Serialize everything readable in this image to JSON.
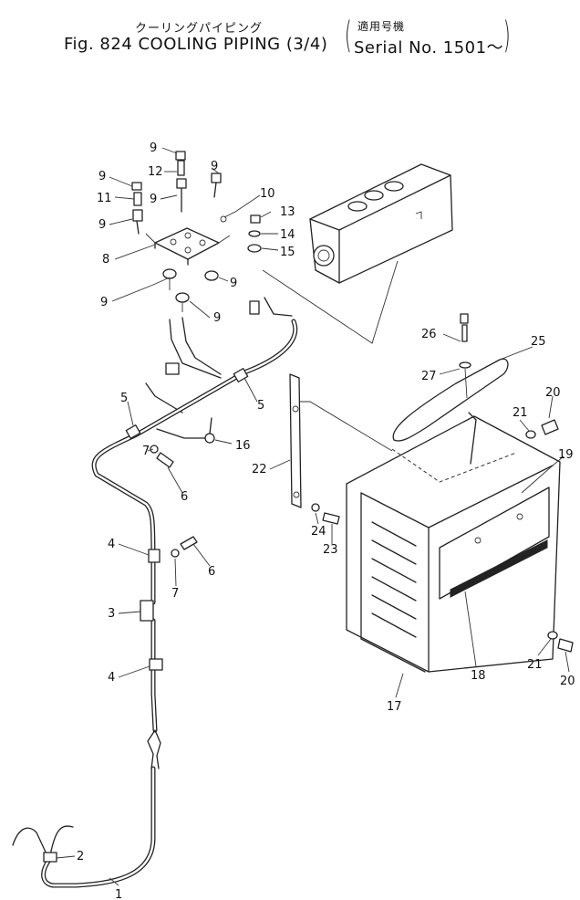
{
  "header": {
    "title_jp": "クーリングパイピング",
    "serial_jp": "適用号機",
    "title_en": "Fig. 824  COOLING PIPING (3/4)",
    "serial_en": "Serial  No.  1501～"
  },
  "callouts": [
    {
      "key": "c9a",
      "label": "9"
    },
    {
      "key": "c9b",
      "label": "9"
    },
    {
      "key": "c12",
      "label": "12"
    },
    {
      "key": "c9c",
      "label": "9"
    },
    {
      "key": "c11",
      "label": "11"
    },
    {
      "key": "c9d",
      "label": "9"
    },
    {
      "key": "c9e",
      "label": "9"
    },
    {
      "key": "c10",
      "label": "10"
    },
    {
      "key": "c13",
      "label": "13"
    },
    {
      "key": "c14",
      "label": "14"
    },
    {
      "key": "c15",
      "label": "15"
    },
    {
      "key": "c8",
      "label": "8"
    },
    {
      "key": "c9f",
      "label": "9"
    },
    {
      "key": "c9g",
      "label": "9"
    },
    {
      "key": "c9h",
      "label": "9"
    },
    {
      "key": "c26",
      "label": "26"
    },
    {
      "key": "c25",
      "label": "25"
    },
    {
      "key": "c27",
      "label": "27"
    },
    {
      "key": "c5a",
      "label": "5"
    },
    {
      "key": "c5b",
      "label": "5"
    },
    {
      "key": "c20a",
      "label": "20"
    },
    {
      "key": "c21a",
      "label": "21"
    },
    {
      "key": "c16",
      "label": "16"
    },
    {
      "key": "c7a",
      "label": "7"
    },
    {
      "key": "c19",
      "label": "19"
    },
    {
      "key": "c22",
      "label": "22"
    },
    {
      "key": "c6a",
      "label": "6"
    },
    {
      "key": "c24",
      "label": "24"
    },
    {
      "key": "c23",
      "label": "23"
    },
    {
      "key": "c4a",
      "label": "4"
    },
    {
      "key": "c6b",
      "label": "6"
    },
    {
      "key": "c7b",
      "label": "7"
    },
    {
      "key": "c3",
      "label": "3"
    },
    {
      "key": "c4b",
      "label": "4"
    },
    {
      "key": "c18",
      "label": "18"
    },
    {
      "key": "c21b",
      "label": "21"
    },
    {
      "key": "c20b",
      "label": "20"
    },
    {
      "key": "c17",
      "label": "17"
    },
    {
      "key": "c2",
      "label": "2"
    },
    {
      "key": "c1",
      "label": "1"
    }
  ]
}
